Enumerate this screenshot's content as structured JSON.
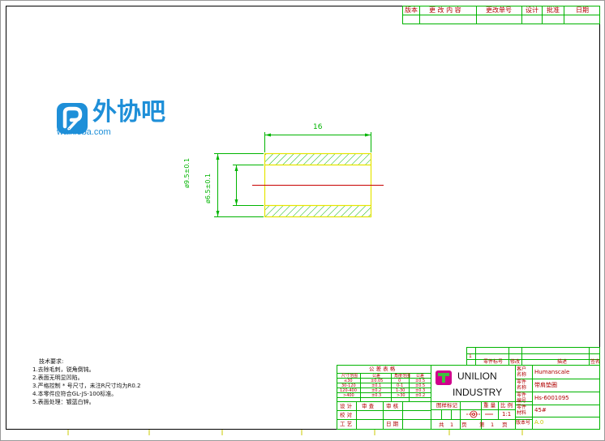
{
  "revision_table": {
    "headers": [
      "版本",
      "更 改 内 容",
      "更改单号",
      "设计",
      "批准",
      "日期"
    ]
  },
  "watermark": {
    "logo_text": "外协吧",
    "url_text": "waixieba.com",
    "colors": {
      "logo": "#1e8fd8"
    }
  },
  "part_drawing": {
    "length_dim": "16",
    "outer_dia_dim": "ø9.5±0.1",
    "inner_dia_dim": "ø6.5±0.1",
    "colors": {
      "dimension": "#00b400",
      "outline": "#e6e600",
      "centerline": "#c80000"
    }
  },
  "tech_notes": {
    "title": "技术要求:",
    "items": [
      "1.去除毛刺，锐角倒钝。",
      "2.表面无明显凹陷。",
      "3.严格控制 * 号尺寸，未注R尺寸均为R0.2",
      "4.本零件应符合GL-JS-100标准。",
      "5.表面处理：镀蓝白锌。"
    ]
  },
  "title_block": {
    "upper_rev": {
      "row_number": "1",
      "label1": "零件标号",
      "label2": "修改",
      "label3": "描述",
      "label4": "签名"
    },
    "tolerance_title": "公 差 表 格",
    "tolerance_headers": [
      "尺寸范围",
      "公差",
      "角度范围",
      "公差"
    ],
    "tolerance_rows": [
      [
        "≤30",
        "±0.05",
        "0",
        "±0.5"
      ],
      [
        "30-120",
        "±0.1",
        "0-1",
        "±0.5"
      ],
      [
        "120-400",
        "±0.2",
        "1-30",
        "±0.3"
      ],
      [
        ">400",
        "±0.3",
        ">30",
        "±0.2"
      ]
    ],
    "sign_labels": [
      "设 计",
      "审 查",
      "审 核",
      "校 对",
      "工 艺",
      "日 期"
    ],
    "stamp_label": "图样标记",
    "weight_label": "重 量",
    "scale_label": "比 例",
    "scale_value": "1:1",
    "sheet_labels": [
      "共",
      "页",
      "第",
      "页"
    ],
    "sheet_values": [
      "1",
      "1"
    ],
    "company_line1": "UNILION",
    "company_line2": "INDUSTRY",
    "fields": [
      {
        "label1": "客户",
        "label2": "名称",
        "value": "Humanscale"
      },
      {
        "label1": "零件",
        "label2": "名称",
        "value": "带肩垫圈"
      },
      {
        "label1": "零件",
        "label2": "编号",
        "value": "Hs-6001095"
      },
      {
        "label1": "零件",
        "label2": "材料",
        "value": "45#"
      },
      {
        "label1": "版本号",
        "label2": "",
        "value": "A.0"
      }
    ],
    "colors": {
      "frame": "#00b400",
      "text": "#b00000",
      "brand_magenta": "#d0008c"
    }
  }
}
